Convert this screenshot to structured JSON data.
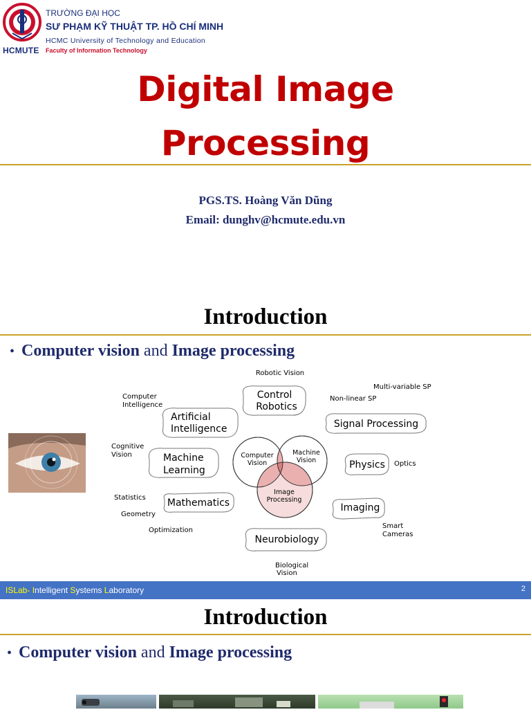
{
  "header": {
    "logo_word": "HCMUTE",
    "uni_line1": "TRƯỜNG ĐẠI HỌC",
    "uni_line2": "SƯ PHẠM KỸ THUẬT TP. HỒ CHÍ MINH",
    "uni_line3": "HCMC University of Technology and Education",
    "uni_line4": "Faculty of Information Technology"
  },
  "title_slide": {
    "title_line1": "Digital Image",
    "title_line2": "Processing",
    "author": "PGS.TS. Hoàng Văn Dũng",
    "email": "Email: dunghv@hcmute.edu.vn"
  },
  "slide2": {
    "title": "Introduction",
    "bullet_part1": "Computer vision",
    "bullet_and": " and ",
    "bullet_part2": "Image processing",
    "diagram": {
      "robotic_vision": "Robotic Vision",
      "control_robotics_1": "Control",
      "control_robotics_2": "Robotics",
      "multivariable_sp": "Multi-variable SP",
      "nonlinear_sp": "Non-linear SP",
      "signal_processing": "Signal Processing",
      "computer_intelligence_1": "Computer",
      "computer_intelligence_2": "Intelligence",
      "artificial_intelligence_1": "Artificial",
      "artificial_intelligence_2": "Intelligence",
      "cognitive_vision_1": "Cognitive",
      "cognitive_vision_2": "Vision",
      "machine_learning_1": "Machine",
      "machine_learning_2": "Learning",
      "computer_vision_1": "Computer",
      "computer_vision_2": "Vision",
      "machine_vision_1": "Machine",
      "machine_vision_2": "Vision",
      "image_processing_1": "Image",
      "image_processing_2": "Processing",
      "physics": "Physics",
      "optics": "Optics",
      "statistics": "Statistics",
      "mathematics": "Mathematics",
      "geometry": "Geometry",
      "imaging": "Imaging",
      "optimization": "Optimization",
      "smart_cameras_1": "Smart",
      "smart_cameras_2": "Cameras",
      "neurobiology": "Neurobiology",
      "biological_vision_1": "Biological",
      "biological_vision_2": "Vision"
    },
    "footer_prefix": "ISLab-",
    "footer_I": "I",
    "footer_ntelligent": "ntelligent ",
    "footer_S": "S",
    "footer_ystems": "ystems ",
    "footer_L": "L",
    "footer_aboratory": "aboratory",
    "page_number": "2"
  },
  "slide3": {
    "title": "Introduction",
    "bullet_part1": "Computer vision",
    "bullet_and": " and ",
    "bullet_part2": "Image processing"
  },
  "colors": {
    "title_red": "#c00000",
    "navy": "#1f2a6b",
    "gold_rule": "#c9a227",
    "footer_blue": "#4472c4",
    "footer_yellow": "#ffff00"
  }
}
